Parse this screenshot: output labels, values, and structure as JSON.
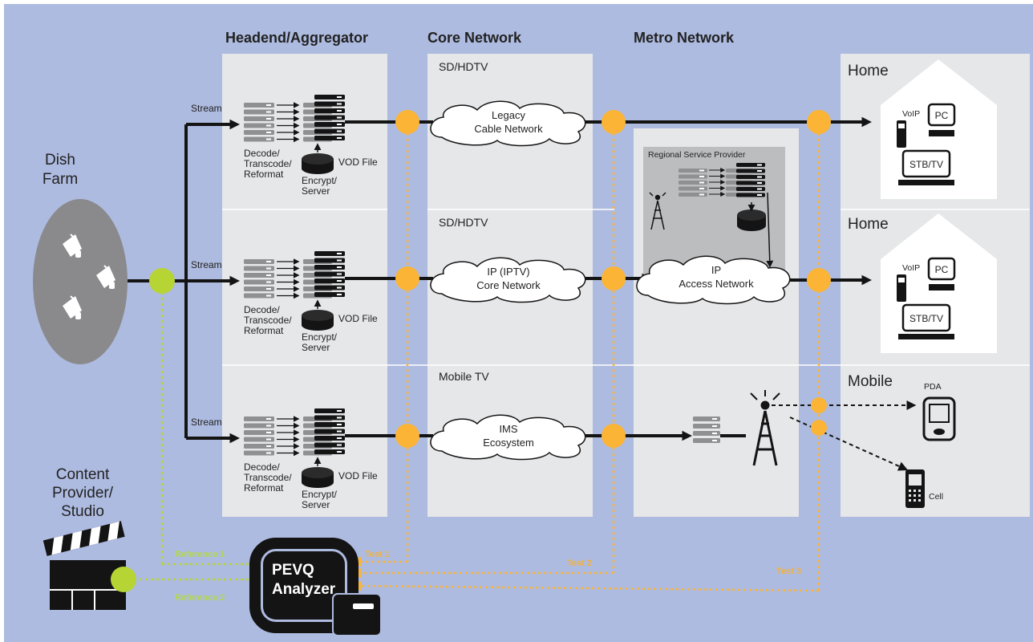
{
  "headers": {
    "headend": "Headend/Aggregator",
    "core": "Core Network",
    "metro": "Metro Network"
  },
  "source": {
    "dish_farm": [
      "Dish",
      "Farm"
    ],
    "content_provider": [
      "Content",
      "Provider/",
      "Studio"
    ]
  },
  "rows": [
    {
      "core_label": "SD/HDTV",
      "cloud": [
        "Legacy",
        "Cable Network"
      ],
      "stream": "Stream",
      "decode": [
        "Decode/",
        "Transcode/",
        "Reformat"
      ],
      "encrypt": [
        "Encrypt/",
        "Server"
      ],
      "vod": "VOD File",
      "end_label": "Home"
    },
    {
      "core_label": "SD/HDTV",
      "cloud": [
        "IP (IPTV)",
        "Core Network"
      ],
      "stream": "Stream",
      "decode": [
        "Decode/",
        "Transcode/",
        "Reformat"
      ],
      "encrypt": [
        "Encrypt/",
        "Server"
      ],
      "vod": "VOD File",
      "end_label": "Home"
    },
    {
      "core_label": "Mobile TV",
      "cloud": [
        "IMS",
        "Ecosystem"
      ],
      "stream": "Stream",
      "decode": [
        "Decode/",
        "Transcode/",
        "Reformat"
      ],
      "encrypt": [
        "Encrypt/",
        "Server"
      ],
      "vod": "VOD File",
      "end_label": "Mobile"
    }
  ],
  "metro": {
    "regional": "Regional Service Provider",
    "access_cloud": [
      "IP",
      "Access Network"
    ]
  },
  "home": {
    "voip": "VoIP",
    "pc": "PC",
    "stb": "STB/TV"
  },
  "mobile": {
    "pda": "PDA",
    "cell": "Cell"
  },
  "analyzer": {
    "lines": [
      "PEVQ",
      "Analyzer"
    ]
  },
  "test_labels": [
    "Test 1",
    "Test 2",
    "Test 3"
  ],
  "reference_labels": [
    "Reference 1",
    "Reference 2"
  ],
  "colors": {
    "background": "#aebbe0",
    "panel": "#e6e7e9",
    "regional_box": "#bcbdbf",
    "test_orange": "#fbb436",
    "reference_green": "#b6d434",
    "dish_ellipse": "#8a8a8c",
    "flow_line": "#141414"
  }
}
